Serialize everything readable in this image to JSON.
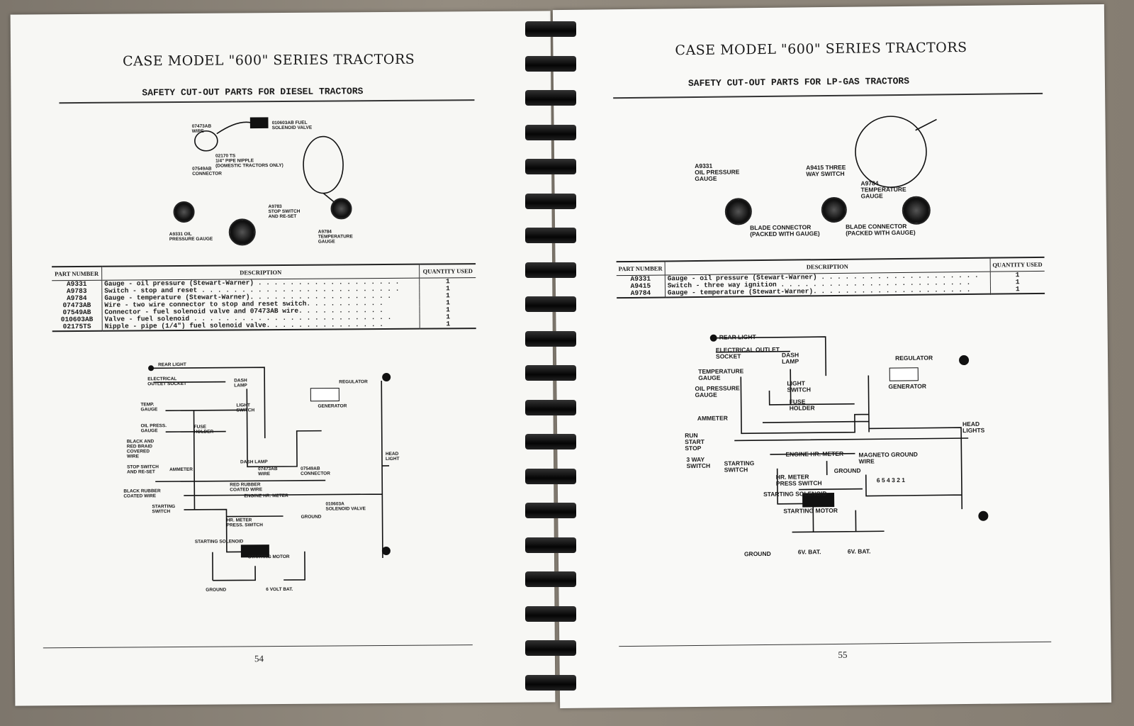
{
  "left_page": {
    "title": "CASE MODEL \"600\" SERIES TRACTORS",
    "subtitle": "SAFETY CUT-OUT PARTS FOR DIESEL TRACTORS",
    "photo_labels": [
      "07473AB\nWIRE",
      "010603AB FUEL\nSOLENOID VALVE",
      "02170 TS\n1/4\" PIPE NIPPLE\n(DOMESTIC TRACTORS ONLY)",
      "07549AB\nCONNECTOR",
      "A9783\nSTOP SWITCH\nAND RE-SET",
      "A9331 OIL\nPRESSURE GAUGE",
      "A9784\nTEMPERATURE\nGAUGE"
    ],
    "table": {
      "headers": [
        "PART NUMBER",
        "DESCRIPTION",
        "QUANTITY USED"
      ],
      "rows": [
        {
          "part": "A9331",
          "desc": "Gauge - oil pressure (Stewart-Warner) . . . . . . . . . . . . . . . . . .",
          "qty": "1"
        },
        {
          "part": "A9783",
          "desc": "Switch - stop and reset . . . . . . . . . . . . . . . . . . . . . . . . .",
          "qty": "1"
        },
        {
          "part": "A9784",
          "desc": "Gauge - temperature (Stewart-Warner). . . . . . . . . . . . . . . . . .",
          "qty": "1"
        },
        {
          "part": "07473AB",
          "desc": "Wire - two wire connector to stop and reset switch. . . . . . . . . .",
          "qty": "1"
        },
        {
          "part": "07549AB",
          "desc": "Connector - fuel solenoid valve and 07473AB wire. . . . . . . . . . .",
          "qty": "1"
        },
        {
          "part": "010603AB",
          "desc": "Valve - fuel solenoid . . . . . . . . . . . . . . . . . . . . . . . . .",
          "qty": "1"
        },
        {
          "part": "02175TS",
          "desc": "Nipple - pipe (1/4\") fuel solenoid valve. . . . . . . . . . . . . . .",
          "qty": "1"
        }
      ]
    },
    "diagram_labels": [
      "REAR LIGHT",
      "ELECTRICAL\nOUTLET SOCKET",
      "DASH\nLAMP",
      "REGULATOR",
      "GENERATOR",
      "TEMP.\nGAUGE",
      "LIGHT\nSWITCH",
      "OIL PRESS.\nGAUGE",
      "FUSE\nHOLDER",
      "BLACK AND\nRED BRAID\nCOVERED\nWIRE",
      "HEAD\nLIGHT",
      "DASH LAMP",
      "STOP SWITCH\nAND RE-SET",
      "AMMETER",
      "07473AB\nWIRE",
      "07549AB\nCONNECTOR",
      "RED RUBBER\nCOATED WIRE",
      "BLACK RUBBER\nCOATED WIRE",
      "ENGINE HR. METER",
      "010603A\nSOLENOID VALVE",
      "STARTING\nSWITCH",
      "GROUND",
      "HR. METER\nPRESS. SWITCH",
      "STARTING SOLENOID",
      "STARTING MOTOR",
      "GROUND",
      "6 VOLT BAT."
    ],
    "page_number": "54"
  },
  "right_page": {
    "title": "CASE MODEL \"600\" SERIES TRACTORS",
    "subtitle": "SAFETY CUT-OUT PARTS FOR LP-GAS TRACTORS",
    "photo_labels": [
      "A9331\nOIL PRESSURE\nGAUGE",
      "A9415 THREE\nWAY SWITCH",
      "A9784\nTEMPERATURE\nGAUGE",
      "BLADE CONNECTOR\n(PACKED WITH GAUGE)",
      "BLADE CONNECTOR\n(PACKED WITH GAUGE)"
    ],
    "table": {
      "headers": [
        "PART NUMBER",
        "DESCRIPTION",
        "QUANTITY USED"
      ],
      "rows": [
        {
          "part": "A9331",
          "desc": "Gauge - oil pressure (Stewart-Warner) . . . . . . . . . . . . . . . . . . . .",
          "qty": "1"
        },
        {
          "part": "A9415",
          "desc": "Switch - three way ignition . . . . . . . . . . . . . . . . . . . . . . . .",
          "qty": "1"
        },
        {
          "part": "A9784",
          "desc": "Gauge - temperature (Stewart-Warner). . . . . . . . . . . . . . . . . . . .",
          "qty": "1"
        }
      ]
    },
    "diagram_labels": [
      "REAR LIGHT",
      "ELECTRICAL OUTLET\nSOCKET",
      "DASH\nLAMP",
      "REGULATOR",
      "TEMPERATURE\nGAUGE",
      "LIGHT\nSWITCH",
      "GENERATOR",
      "OIL PRESSURE\nGAUGE",
      "FUSE\nHOLDER",
      "AMMETER",
      "HEAD\nLIGHTS",
      "RUN\nSTART\nSTOP",
      "3 WAY\nSWITCH",
      "ENGINE HR. METER",
      "MAGNETO GROUND\nWIRE",
      "STARTING\nSWITCH",
      "GROUND",
      "HR. METER\nPRESS SWITCH",
      "STARTING SOLENOID",
      "STARTING MOTOR",
      "GROUND",
      "6V. BAT.",
      "6V. BAT.",
      "6 5 4 3 2 1"
    ],
    "page_number": "55"
  }
}
